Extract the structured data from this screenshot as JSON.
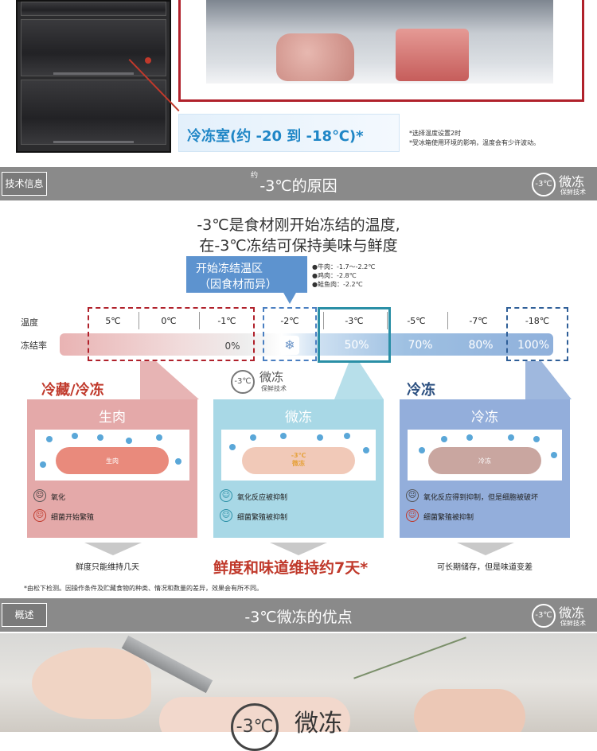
{
  "top": {
    "freezer_label": "冷冻室(约 -20 到 -18℃)*",
    "notes": [
      "*选择温度设置2时",
      "*受冰箱使用环境的影响，温度会有少许波动。"
    ]
  },
  "bar1": {
    "tag": "技术信息",
    "small": "约",
    "title": "-3℃的原因",
    "logo_circle": "-3℃",
    "logo_main": "微冻",
    "logo_sub": "保鲜技术"
  },
  "headline": {
    "line1": "-3℃是食材刚开始冻结的温度,",
    "line2": "在-3℃冻结可保持美味与鲜度"
  },
  "zone": {
    "line1": "开始冻结温区",
    "line2": "（因食材而异）",
    "notes": [
      "●牛肉：-1.7～-2.2℃",
      "●鸡肉：-2.8℃",
      "●鲑鱼肉：-2.2℃"
    ]
  },
  "scale": {
    "temp_label": "温度",
    "rate_label": "冻结率",
    "temps": [
      "5℃",
      "0℃",
      "-1℃",
      "-2℃",
      "-3℃",
      "-5℃",
      "-7℃",
      "-18℃"
    ],
    "rates": [
      "0%",
      "50%",
      "70%",
      "80%",
      "100%"
    ]
  },
  "labels": {
    "left": "冷藏/冷冻",
    "right": "冷冻"
  },
  "mini_logo": {
    "circle": "-3℃",
    "main": "微冻",
    "sub": "保鲜技术"
  },
  "cards": [
    {
      "title": "生肉",
      "blob": "生肉",
      "line1": "氧化",
      "line2": "细菌开始繁殖",
      "color": "#e4a9a9"
    },
    {
      "title": "微冻",
      "blob": "-3℃\n微冻",
      "line1": "氧化反应被抑制",
      "line2": "细菌繁殖被抑制",
      "color": "#a8d8e6"
    },
    {
      "title": "冷冻",
      "blob": "冷冻",
      "line1": "氧化反应得到抑制，但是细胞被破坏",
      "line2": "细菌繁殖被抑制",
      "color": "#93aedb"
    }
  ],
  "results": {
    "left": "鲜度只能维持几天",
    "center": "鲜度和味道维持约7天*",
    "right": "可长期储存，但是味道变差"
  },
  "footnote": "*由松下检测。因操作条件及贮藏食物的种类、情况和数量的差异，效果会有所不同。",
  "bar2": {
    "tag": "概述",
    "title": "-3℃微冻的优点",
    "logo_circle": "-3℃",
    "logo_main": "微冻",
    "logo_sub": "保鲜技术"
  },
  "bottom_logo": {
    "circle": "-3℃",
    "main": "微冻"
  }
}
